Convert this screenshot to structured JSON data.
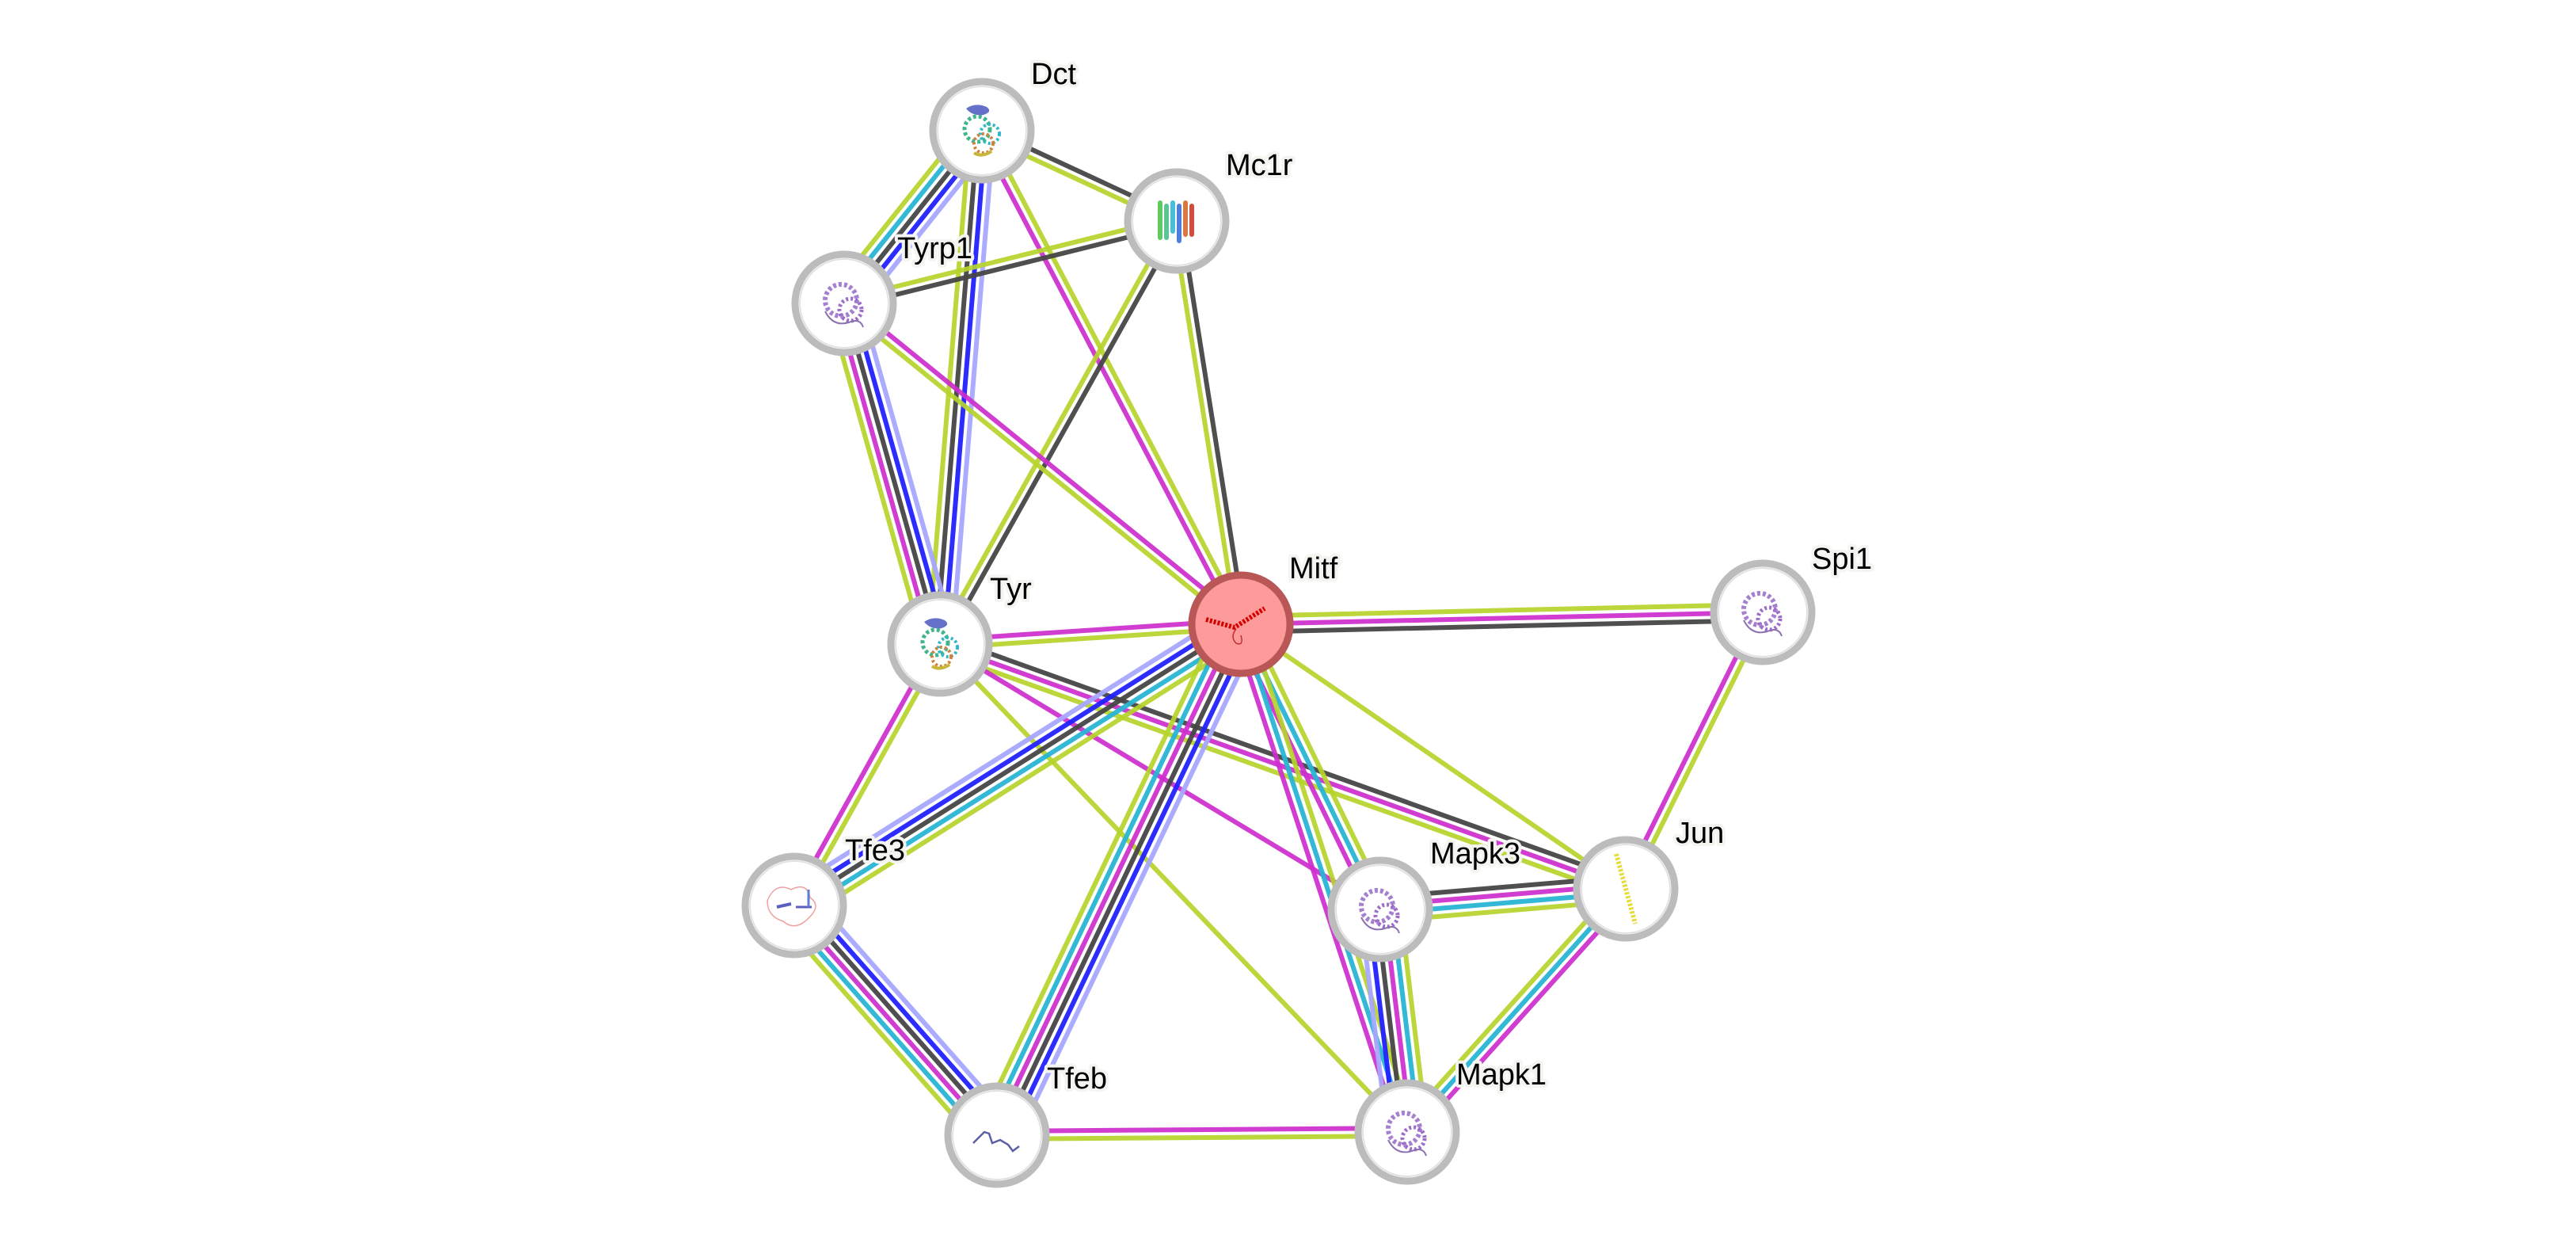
{
  "network": {
    "evidence_colors": {
      "gene_fusion": "#a6a6ff",
      "cooccurrence": "#2121ff",
      "coexpression": "#464646",
      "experiments": "#cc2ccc",
      "databases": "#28b4d4",
      "textmining": "#b5d42a"
    },
    "query_node": "Mitf",
    "nodes": [
      {
        "id": "Dct",
        "label": "Dct",
        "structure_icon": "protein-structure-rainbow"
      },
      {
        "id": "Mc1r",
        "label": "Mc1r",
        "structure_icon": "protein-structure-helix-bundle"
      },
      {
        "id": "Tyrp1",
        "label": "Tyrp1",
        "structure_icon": "protein-structure-purple"
      },
      {
        "id": "Tyr",
        "label": "Tyr",
        "structure_icon": "protein-structure-rainbow"
      },
      {
        "id": "Mitf",
        "label": "Mitf",
        "structure_icon": "protein-structure-red-helix"
      },
      {
        "id": "Spi1",
        "label": "Spi1",
        "structure_icon": "protein-structure-purple"
      },
      {
        "id": "Tfe3",
        "label": "Tfe3",
        "structure_icon": "protein-structure-disordered"
      },
      {
        "id": "Mapk3",
        "label": "Mapk3",
        "structure_icon": "protein-structure-purple"
      },
      {
        "id": "Jun",
        "label": "Jun",
        "structure_icon": "protein-structure-yellow-helix"
      },
      {
        "id": "Tfeb",
        "label": "Tfeb",
        "structure_icon": "protein-structure-coil"
      },
      {
        "id": "Mapk1",
        "label": "Mapk1",
        "structure_icon": "protein-structure-purple"
      }
    ],
    "edges": [
      {
        "a": "Dct",
        "b": "Tyrp1",
        "evidence": [
          "gene_fusion",
          "cooccurrence",
          "coexpression",
          "databases",
          "textmining"
        ]
      },
      {
        "a": "Dct",
        "b": "Tyr",
        "evidence": [
          "gene_fusion",
          "cooccurrence",
          "coexpression",
          "textmining"
        ]
      },
      {
        "a": "Dct",
        "b": "Mc1r",
        "evidence": [
          "coexpression",
          "textmining"
        ]
      },
      {
        "a": "Dct",
        "b": "Mitf",
        "evidence": [
          "textmining",
          "experiments"
        ]
      },
      {
        "a": "Mc1r",
        "b": "Tyrp1",
        "evidence": [
          "coexpression",
          "textmining"
        ]
      },
      {
        "a": "Mc1r",
        "b": "Tyr",
        "evidence": [
          "coexpression",
          "textmining"
        ]
      },
      {
        "a": "Mc1r",
        "b": "Mitf",
        "evidence": [
          "coexpression",
          "textmining"
        ]
      },
      {
        "a": "Tyrp1",
        "b": "Tyr",
        "evidence": [
          "gene_fusion",
          "cooccurrence",
          "coexpression",
          "experiments",
          "textmining"
        ]
      },
      {
        "a": "Tyrp1",
        "b": "Mitf",
        "evidence": [
          "experiments",
          "textmining"
        ]
      },
      {
        "a": "Tyr",
        "b": "Mitf",
        "evidence": [
          "experiments",
          "textmining"
        ]
      },
      {
        "a": "Tyr",
        "b": "Tfe3",
        "evidence": [
          "textmining",
          "experiments"
        ]
      },
      {
        "a": "Tyr",
        "b": "Jun",
        "evidence": [
          "coexpression",
          "experiments",
          "textmining"
        ]
      },
      {
        "a": "Tyr",
        "b": "Mapk3",
        "evidence": [
          "experiments"
        ]
      },
      {
        "a": "Tyr",
        "b": "Mapk1",
        "evidence": [
          "textmining"
        ]
      },
      {
        "a": "Mitf",
        "b": "Spi1",
        "evidence": [
          "textmining",
          "experiments",
          "coexpression"
        ]
      },
      {
        "a": "Mitf",
        "b": "Tfe3",
        "evidence": [
          "textmining",
          "databases",
          "coexpression",
          "cooccurrence",
          "gene_fusion"
        ]
      },
      {
        "a": "Mitf",
        "b": "Tfeb",
        "evidence": [
          "gene_fusion",
          "cooccurrence",
          "coexpression",
          "experiments",
          "databases",
          "textmining"
        ]
      },
      {
        "a": "Mitf",
        "b": "Mapk3",
        "evidence": [
          "textmining",
          "databases",
          "experiments"
        ]
      },
      {
        "a": "Mitf",
        "b": "Mapk1",
        "evidence": [
          "textmining",
          "databases",
          "experiments"
        ]
      },
      {
        "a": "Mitf",
        "b": "Jun",
        "evidence": [
          "textmining"
        ]
      },
      {
        "a": "Spi1",
        "b": "Jun",
        "evidence": [
          "textmining",
          "experiments"
        ]
      },
      {
        "a": "Tfe3",
        "b": "Tfeb",
        "evidence": [
          "gene_fusion",
          "cooccurrence",
          "coexpression",
          "experiments",
          "databases",
          "textmining"
        ]
      },
      {
        "a": "Mapk3",
        "b": "Jun",
        "evidence": [
          "coexpression",
          "experiments",
          "databases",
          "textmining"
        ]
      },
      {
        "a": "Mapk3",
        "b": "Mapk1",
        "evidence": [
          "textmining",
          "databases",
          "experiments",
          "coexpression",
          "cooccurrence",
          "gene_fusion"
        ]
      },
      {
        "a": "Jun",
        "b": "Mapk1",
        "evidence": [
          "experiments",
          "databases",
          "textmining"
        ]
      },
      {
        "a": "Tfeb",
        "b": "Mapk1",
        "evidence": [
          "experiments",
          "textmining"
        ]
      }
    ]
  }
}
